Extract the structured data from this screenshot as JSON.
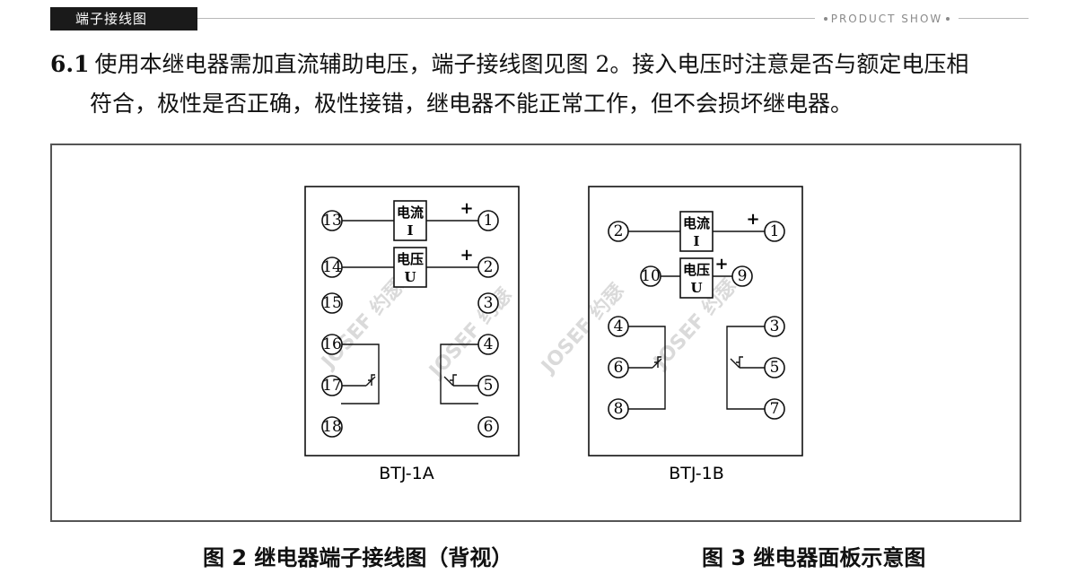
{
  "header": {
    "section_title": "端子接线图",
    "brand_label": "PRODUCT SHOW"
  },
  "paragraph": {
    "number": "6.1",
    "line1": "使用本继电器需加直流辅助电压，端子接线图见图 2。接入电压时注意是否与额定电压相",
    "line2": "符合，极性是否正确，极性接错，继电器不能正常工作，但不会损坏继电器。"
  },
  "diagram": {
    "watermark": "JOSEF 约瑟",
    "plus": "+",
    "btj1a": {
      "model": "BTJ-1A",
      "terminals": [
        "13",
        "1",
        "14",
        "2",
        "15",
        "3",
        "16",
        "4",
        "17",
        "5",
        "18",
        "6"
      ],
      "current_box": {
        "line1": "电流",
        "line2": "I"
      },
      "voltage_box": {
        "line1": "电压",
        "line2": "U"
      }
    },
    "btj1b": {
      "model": "BTJ-1B",
      "terminals": [
        "2",
        "1",
        "10",
        "9",
        "4",
        "3",
        "6",
        "5",
        "8",
        "7"
      ],
      "current_box": {
        "line1": "电流",
        "line2": "I"
      },
      "voltage_box": {
        "line1": "电压",
        "line2": "U"
      }
    }
  },
  "captions": {
    "fig2": "图 2  继电器端子接线图（背视）",
    "fig3": "图 3  继电器面板示意图"
  }
}
